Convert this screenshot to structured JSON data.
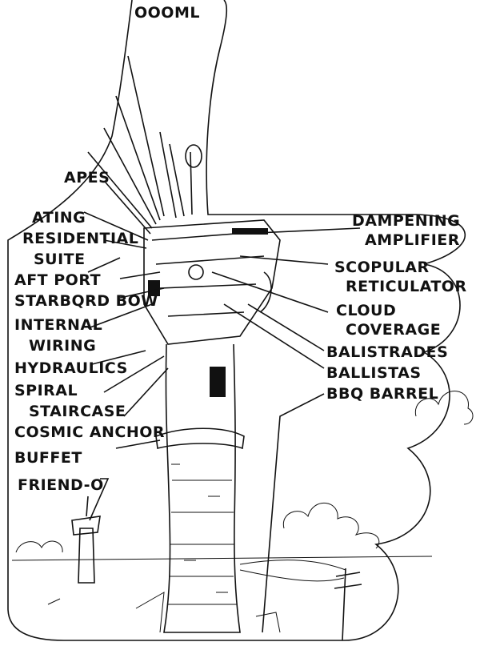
{
  "labels": {
    "top_cut": "OOOML",
    "apes": "APES",
    "ating": "ATING",
    "residential": "RESIDENTIAL",
    "suite": "SUITE",
    "aft_port": "AFT PORT",
    "starboard_bow": "STARBQRD BOW",
    "internal": "INTERNAL",
    "wiring": "WIRING",
    "hydraulics": "HYDRAULICS",
    "spiral": "SPIRAL",
    "staircase": "STAIRCASE",
    "cosmic_anchor": "COSMIC ANCHOR",
    "buffet": "BUFFET",
    "friend_o": "FRIEND-O",
    "dampening": "DAMPENING",
    "amplifier": "AMPLIFIER",
    "scopular": "SCOPULAR",
    "reticulator": "RETICULATOR",
    "cloud": "CLOUD",
    "coverage": "COVERAGE",
    "balistrades": "BALISTRADES",
    "ballistas": "BALLISTAS",
    "bbq_barrel": "BBQ BARREL"
  },
  "colors": {
    "ink": "#111111",
    "paper": "#ffffff"
  }
}
